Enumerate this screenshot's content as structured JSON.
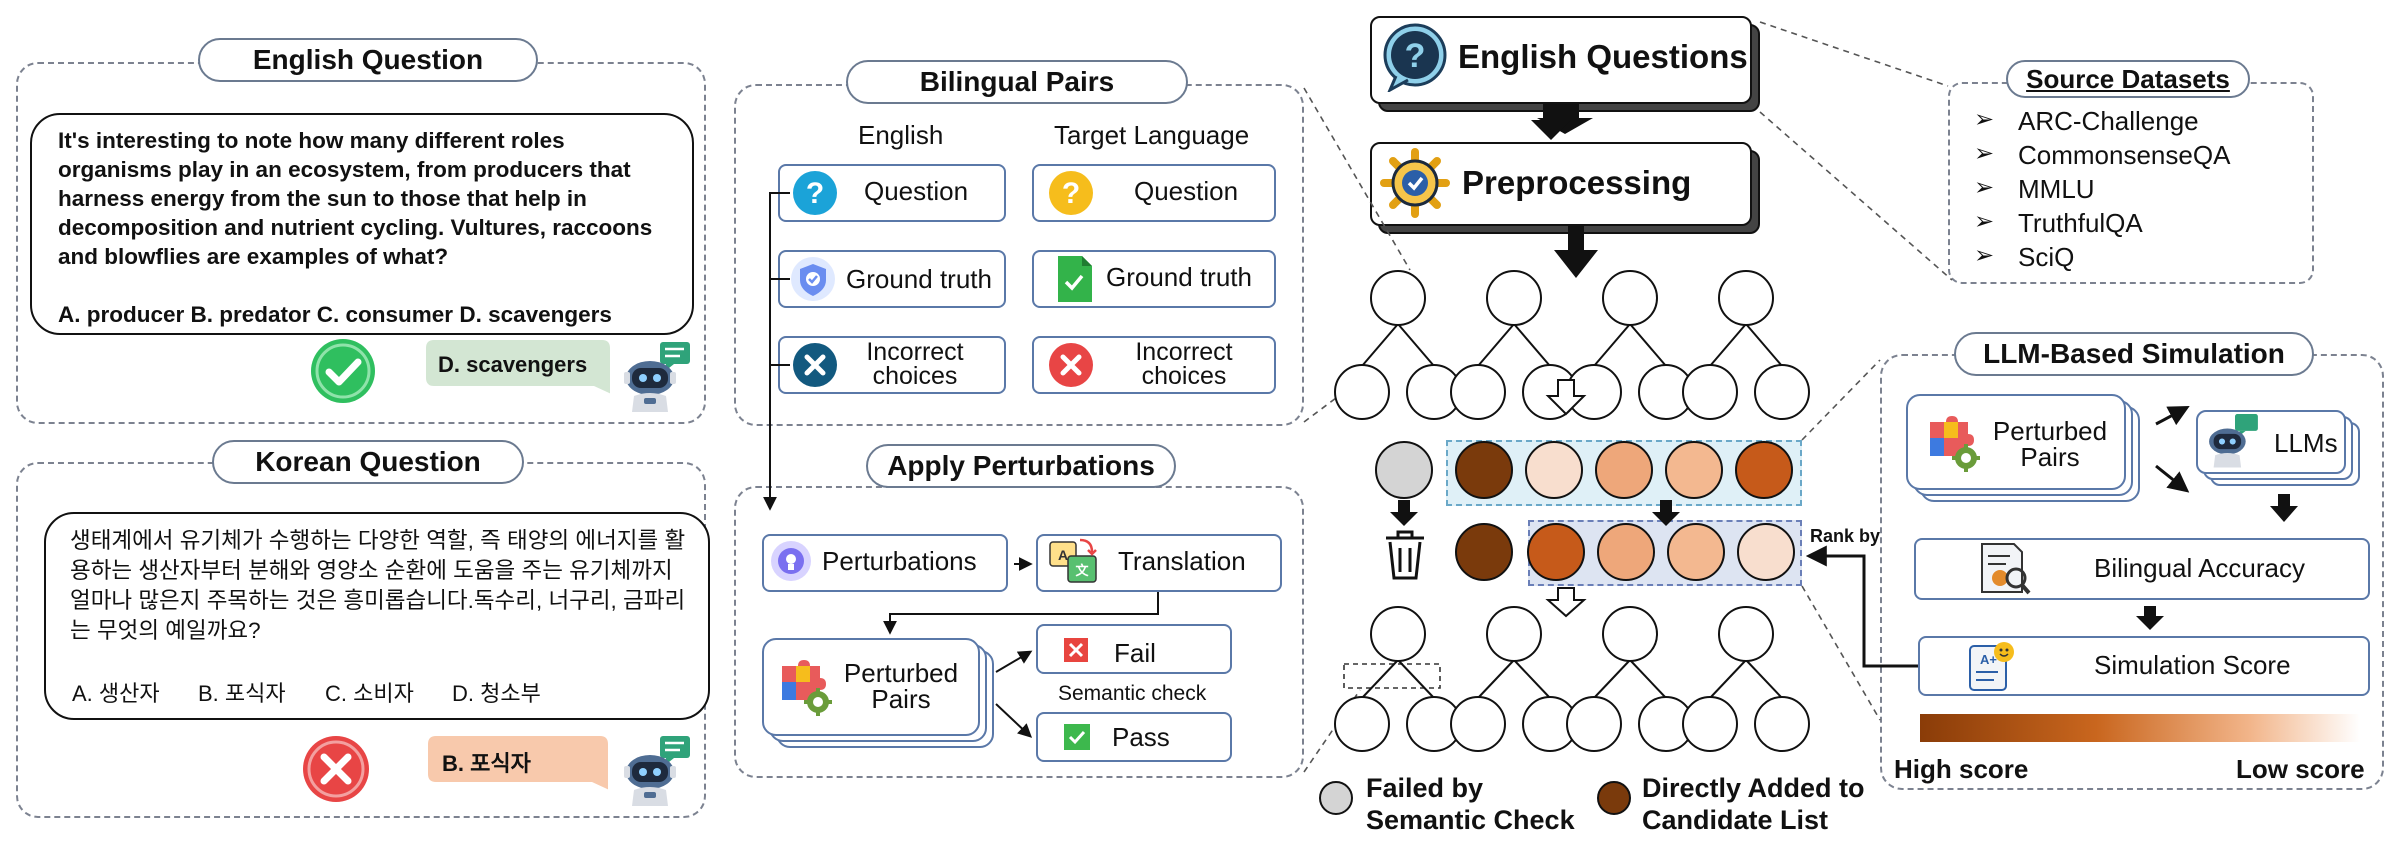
{
  "english_panel": {
    "title": "English Question",
    "question": "It's interesting to note how many different roles organisms play in an ecosystem, from producers that harness energy from the sun to those that help in decomposition and nutrient cycling.   Vultures, raccoons and blowflies are examples of what?",
    "options": "A. producer B. predator  C. consumer D. scavengers",
    "answer": "D. scavengers"
  },
  "korean_panel": {
    "title": "Korean Question",
    "question": "생태계에서 유기체가 수행하는 다양한 역할, 즉 태양의 에너지를 활용하는 생산자부터 분해와 영양소 순환에 도움을 주는 유기체까지 얼마나 많은지 주목하는 것은 흥미롭습니다.독수리, 너구리, 금파리는 무엇의 예일까요?",
    "options": [
      "A. 생산자",
      "B. 포식자",
      "C. 소비자",
      "D. 청소부"
    ],
    "answer": "B. 포식자"
  },
  "bilingual_pairs": {
    "title": "Bilingual Pairs",
    "col_english": "English",
    "col_target": "Target Language",
    "en_question": "Question",
    "en_ground_truth": "Ground truth",
    "en_incorrect": "Incorrect\nchoices",
    "tl_question": "Question",
    "tl_ground_truth": "Ground truth",
    "tl_incorrect": "Incorrect\nchoices"
  },
  "apply_perturbations": {
    "title": "Apply Perturbations",
    "perturbations": "Perturbations",
    "translation": "Translation",
    "perturbed_pairs": "Perturbed\nPairs",
    "fail": "Fail",
    "semantic_check": "Semantic check",
    "pass": "Pass"
  },
  "pipeline": {
    "english_questions": "English Questions",
    "preprocessing": "Preprocessing",
    "rank_by": "Rank by"
  },
  "source_datasets": {
    "title": "Source Datasets",
    "items": [
      "ARC-Challenge",
      "CommonsenseQA",
      "MMLU",
      "TruthfulQA",
      "SciQ"
    ]
  },
  "llm_simulation": {
    "title": "LLM-Based Simulation",
    "perturbed_pairs": "Perturbed\nPairs",
    "llms": "LLMs",
    "bilingual_accuracy": "Bilingual Accuracy",
    "simulation_score": "Simulation Score",
    "high_score": "High score",
    "low_score": "Low score"
  },
  "legend": {
    "failed": "Failed by\nSemantic Check",
    "added": "Directly Added to\nCandidate List"
  },
  "colors": {
    "brown_dark": "#7a3a0c",
    "orange_dark": "#c65a1a",
    "orange_mid": "#eea77a",
    "peach_light": "#f8dece",
    "gray_failed": "#d4d4d4",
    "highlight_blue": "#dff0f7",
    "highlight_lavender": "#dde4f2",
    "check_green": "#2fbf5f",
    "cross_red": "#e84545"
  }
}
